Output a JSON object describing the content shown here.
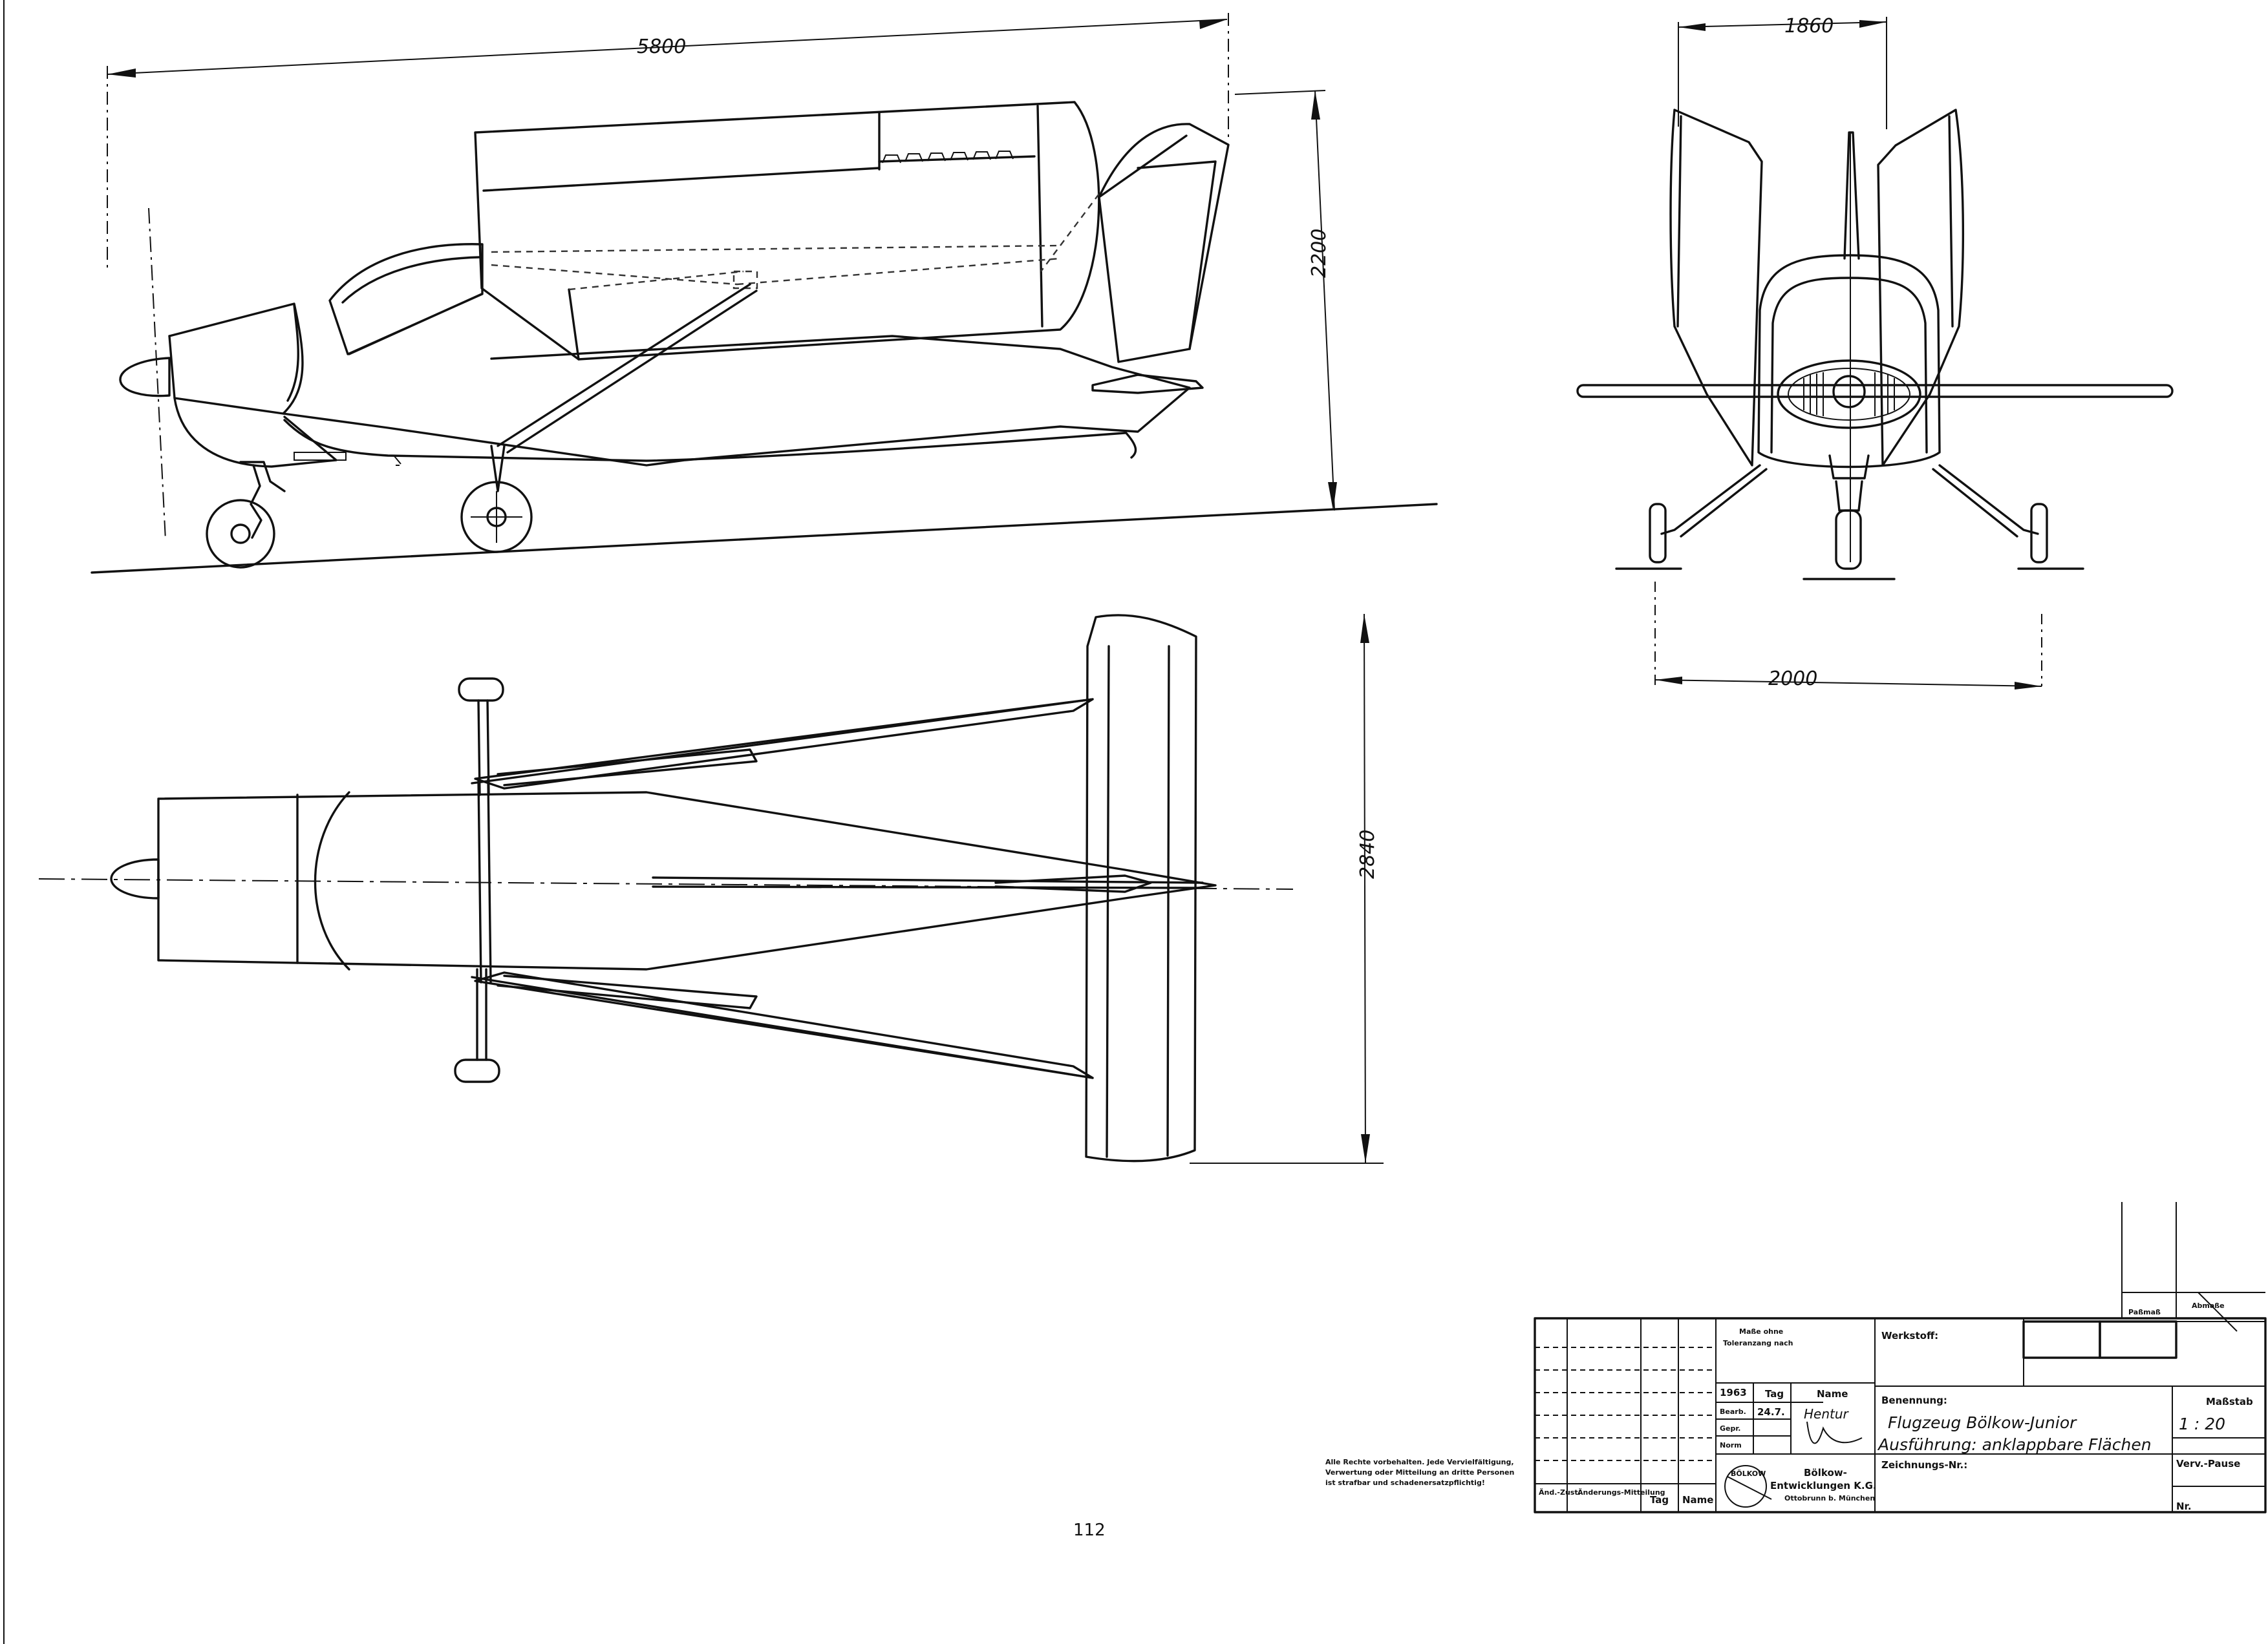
{
  "dimensions": {
    "length": "5800",
    "height": "2200",
    "width_folded": "1860",
    "track": "2000",
    "span_top": "2840"
  },
  "title_block": {
    "masse_ohne": "Maße ohne",
    "toleranz": "Toleranzang nach",
    "werkstoff": "Werkstoff:",
    "year": "1963",
    "tag_head": "Tag",
    "name_head": "Name",
    "bearb": "Bearb.",
    "bearb_date": "24.7.",
    "gepr": "Gepr.",
    "norm": "Norm",
    "signature": "Hentur",
    "benennung_label": "Benennung:",
    "title": "Flugzeug Bölkow-Junior",
    "subtitle": "Ausführung: anklappbare Flächen",
    "zeichnung_label": "Zeichnungs-Nr.:",
    "massstab_label": "Maßstab",
    "scale": "1 : 20",
    "verv_pause": "Verv.-Pause",
    "nr": "Nr.",
    "passmass": "Paßmaß",
    "abmasse": "Abmaße",
    "company_line1": "Bölkow-",
    "company_line2": "Entwicklungen K.G.",
    "company_line3": "Ottobrunn b. München",
    "logo_text": "BÖLKOW",
    "rev_col1": "Änd.-Zust.",
    "rev_col2": "Änderungs-Mitteilung",
    "rev_col3": "Tag",
    "rev_col4": "Name",
    "rights_line1": "Alle Rechte vorbehalten. Jede Vervielfältigung,",
    "rights_line2": "Verwertung oder Mitteilung an dritte Personen",
    "rights_line3": "ist strafbar und schadenersatzpflichtig!",
    "page_mark": "112"
  }
}
